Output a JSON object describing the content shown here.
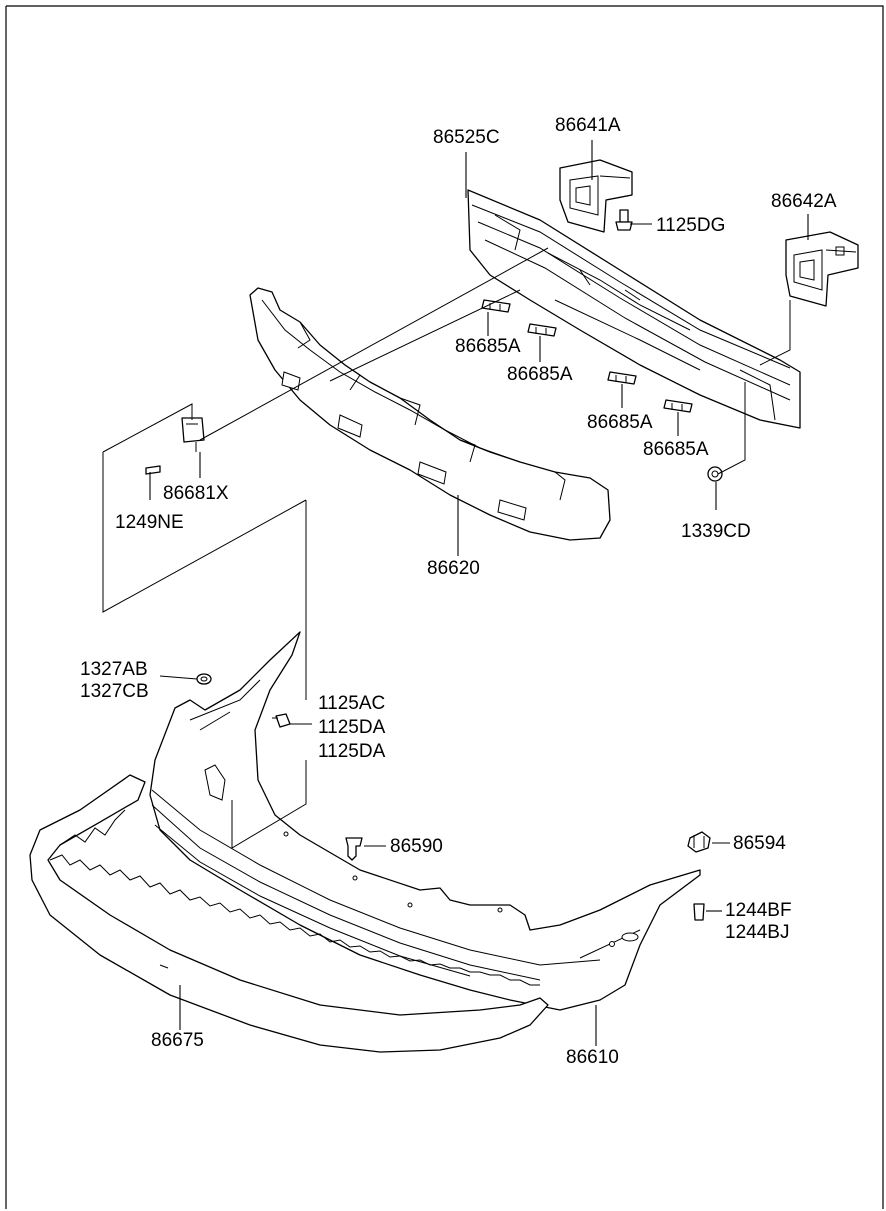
{
  "labels": {
    "p86525C": "86525C",
    "p86641A": "86641A",
    "p1125DG": "1125DG",
    "p86642A": "86642A",
    "p86685A_1": "86685A",
    "p86685A_2": "86685A",
    "p86685A_3": "86685A",
    "p86685A_4": "86685A",
    "p86681X": "86681X",
    "p1249NE": "1249NE",
    "p1339CD": "1339CD",
    "p86620": "86620",
    "p1327AB": "1327AB",
    "p1327CB": "1327CB",
    "p1125AC": "1125AC",
    "p1125DA_1": "1125DA",
    "p1125DA_2": "1125DA",
    "p86590": "86590",
    "p86594": "86594",
    "p1244BF": "1244BF",
    "p1244BJ": "1244BJ",
    "p86675": "86675",
    "p86610": "86610"
  }
}
